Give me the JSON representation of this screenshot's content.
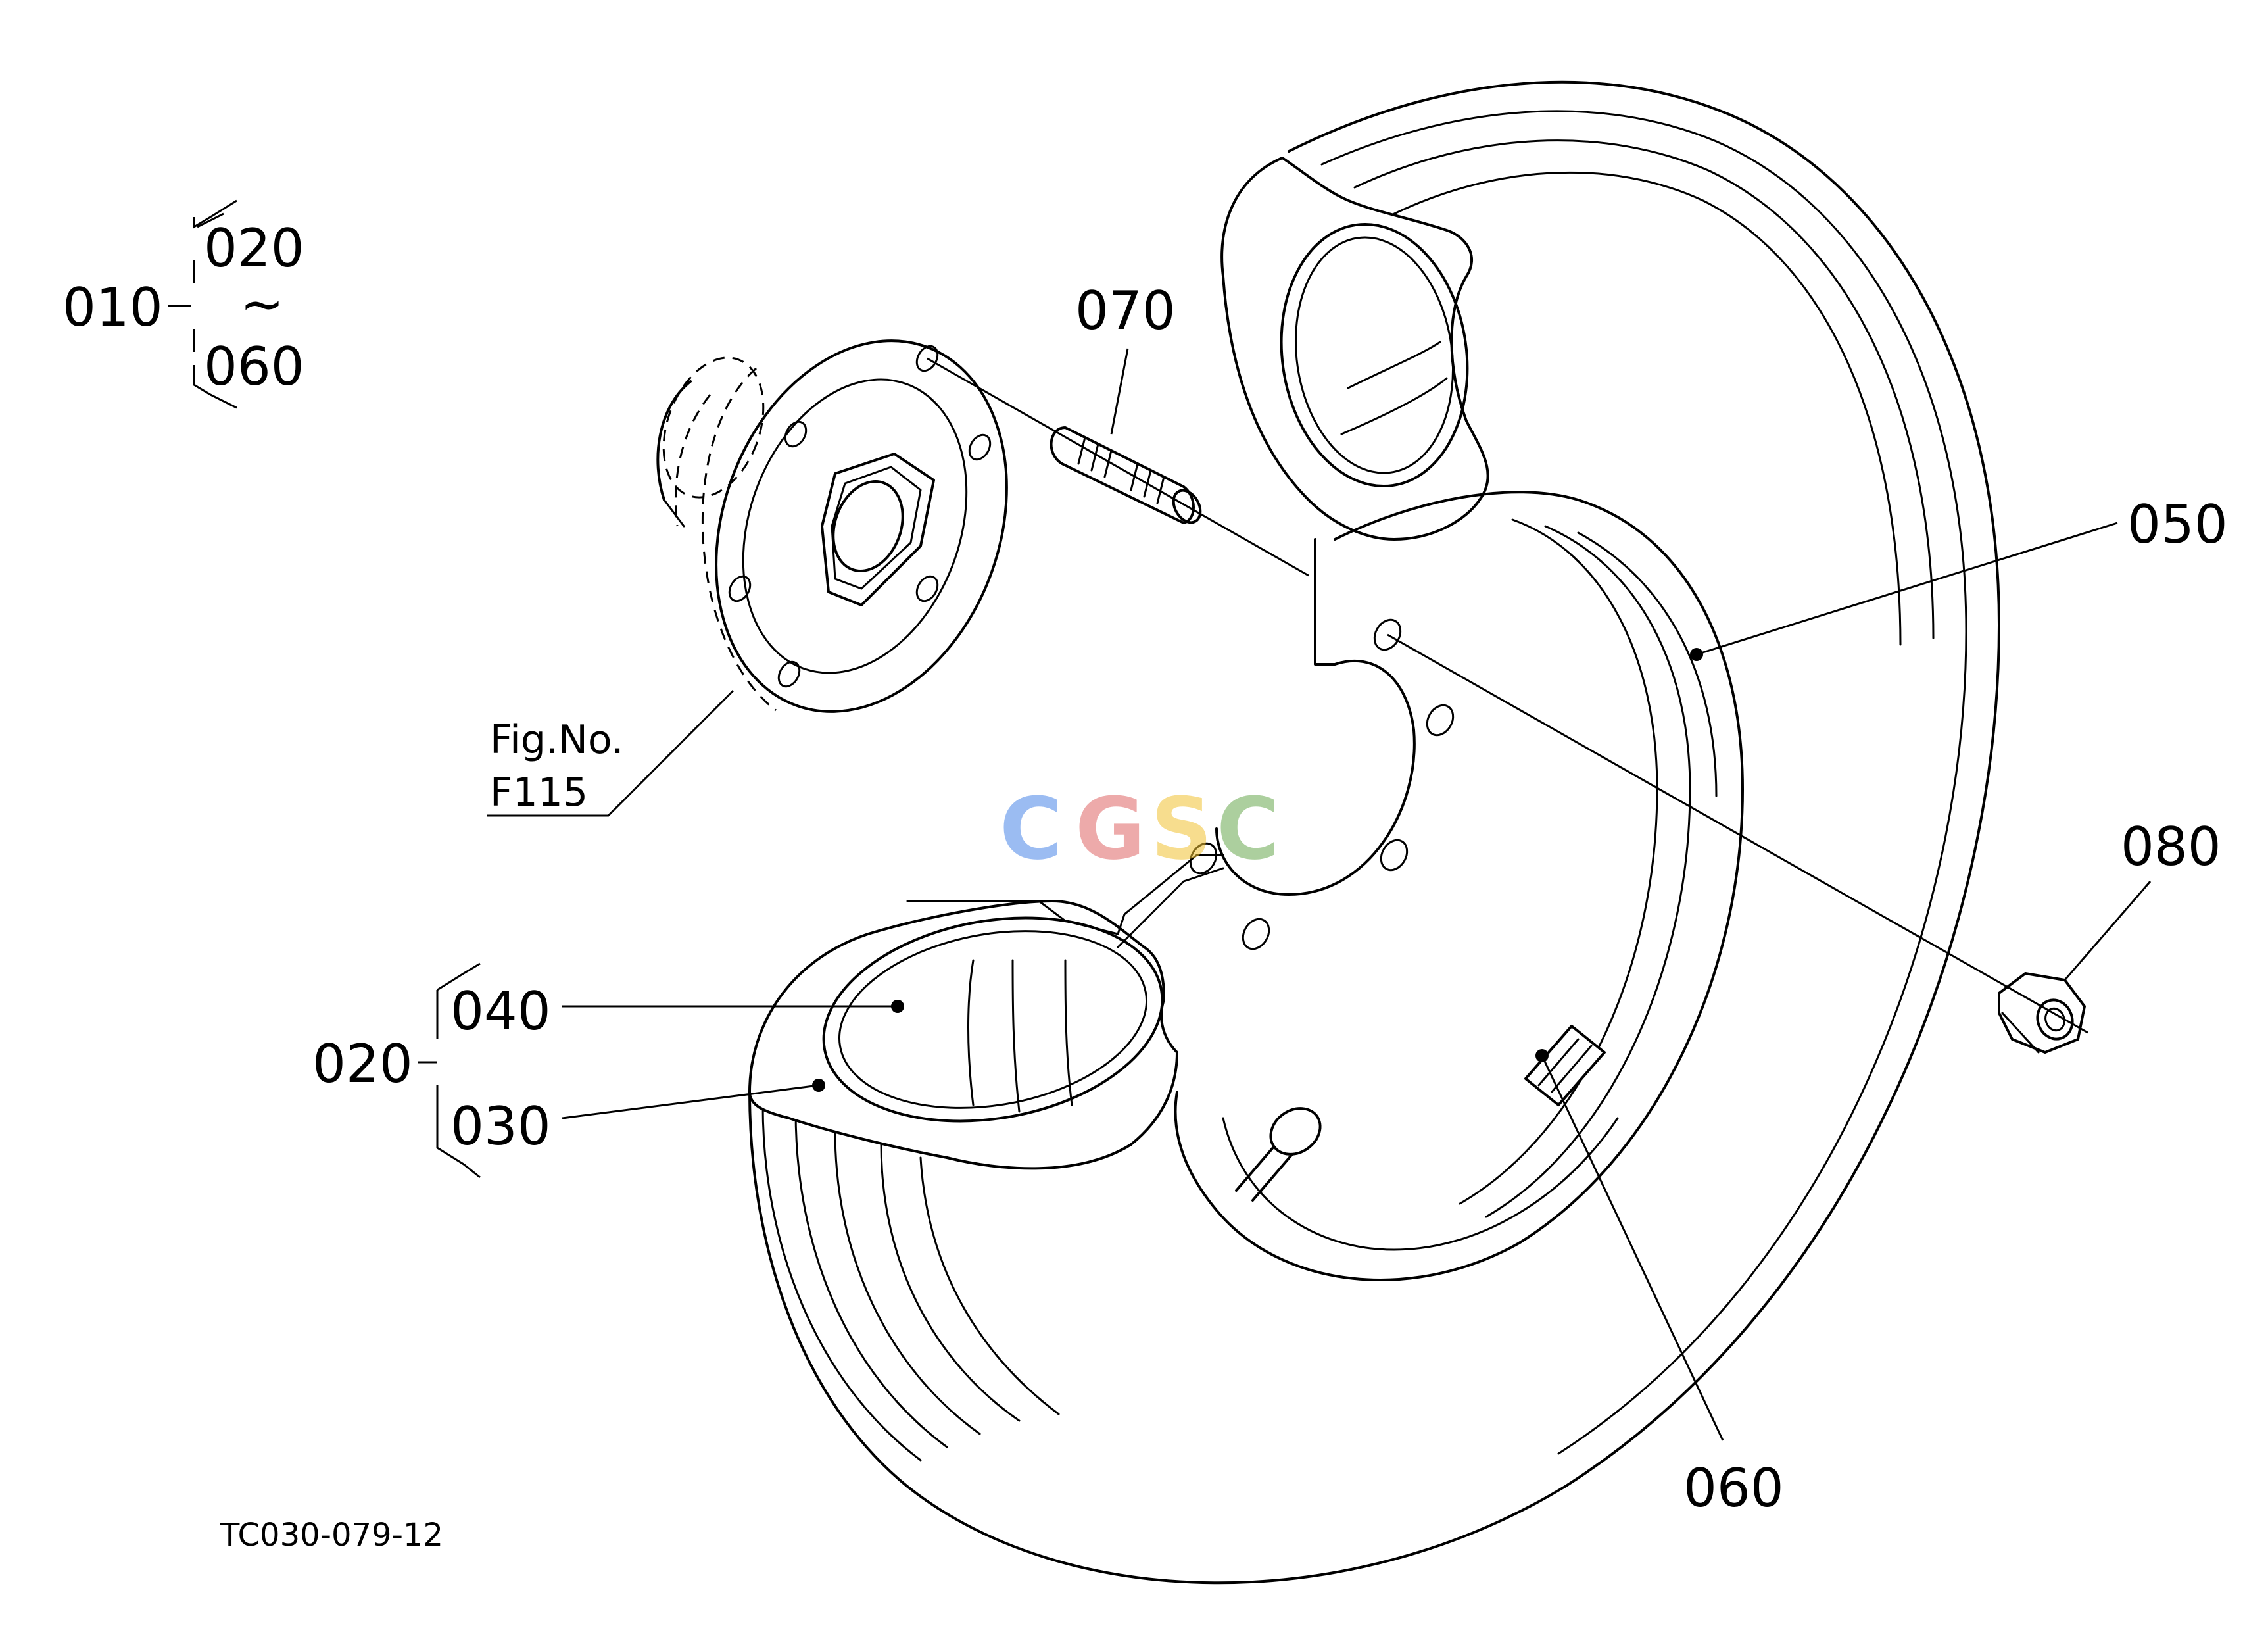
{
  "diagram": {
    "drawing_code": "TC030-079-12",
    "figure_ref": {
      "line1": "Fig.No.",
      "line2": "F115"
    },
    "group_010": {
      "label": "010",
      "range_start": "020",
      "range_sep": "~",
      "range_end": "060"
    },
    "group_020": {
      "label": "020",
      "item_upper": "040",
      "item_lower": "030"
    },
    "callouts": {
      "stud": "070",
      "rim": "050",
      "nut": "080",
      "label_plate": "060"
    },
    "watermark": {
      "letters": [
        "C",
        "G",
        "S",
        "C"
      ],
      "colors": [
        "#4a86e8",
        "#e06666",
        "#f1c232",
        "#6aa84f"
      ]
    }
  }
}
